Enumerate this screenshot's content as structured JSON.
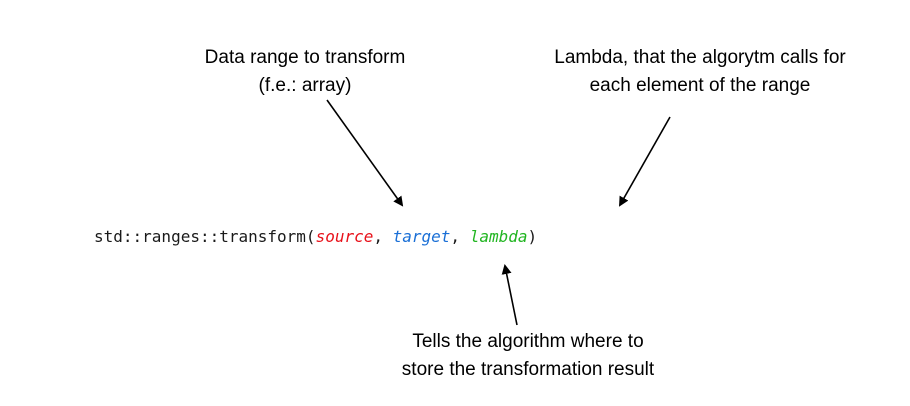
{
  "annotations": {
    "source_line1": "Data range to transform",
    "source_line2": "(f.e.: array)",
    "lambda_line1": "Lambda, that the algorytm calls for",
    "lambda_line2": "each element of the range",
    "target_line1": "Tells the algorithm where to",
    "target_line2": "store the transformation result"
  },
  "code": {
    "prefix": "std::ranges::transform(",
    "arg_source": "source",
    "sep1": ", ",
    "arg_target": "target",
    "sep2": ", ",
    "arg_lambda": "lambda",
    "suffix": ")"
  },
  "colors": {
    "source": "#e8111a",
    "target": "#1a6fd6",
    "lambda": "#21b521"
  }
}
